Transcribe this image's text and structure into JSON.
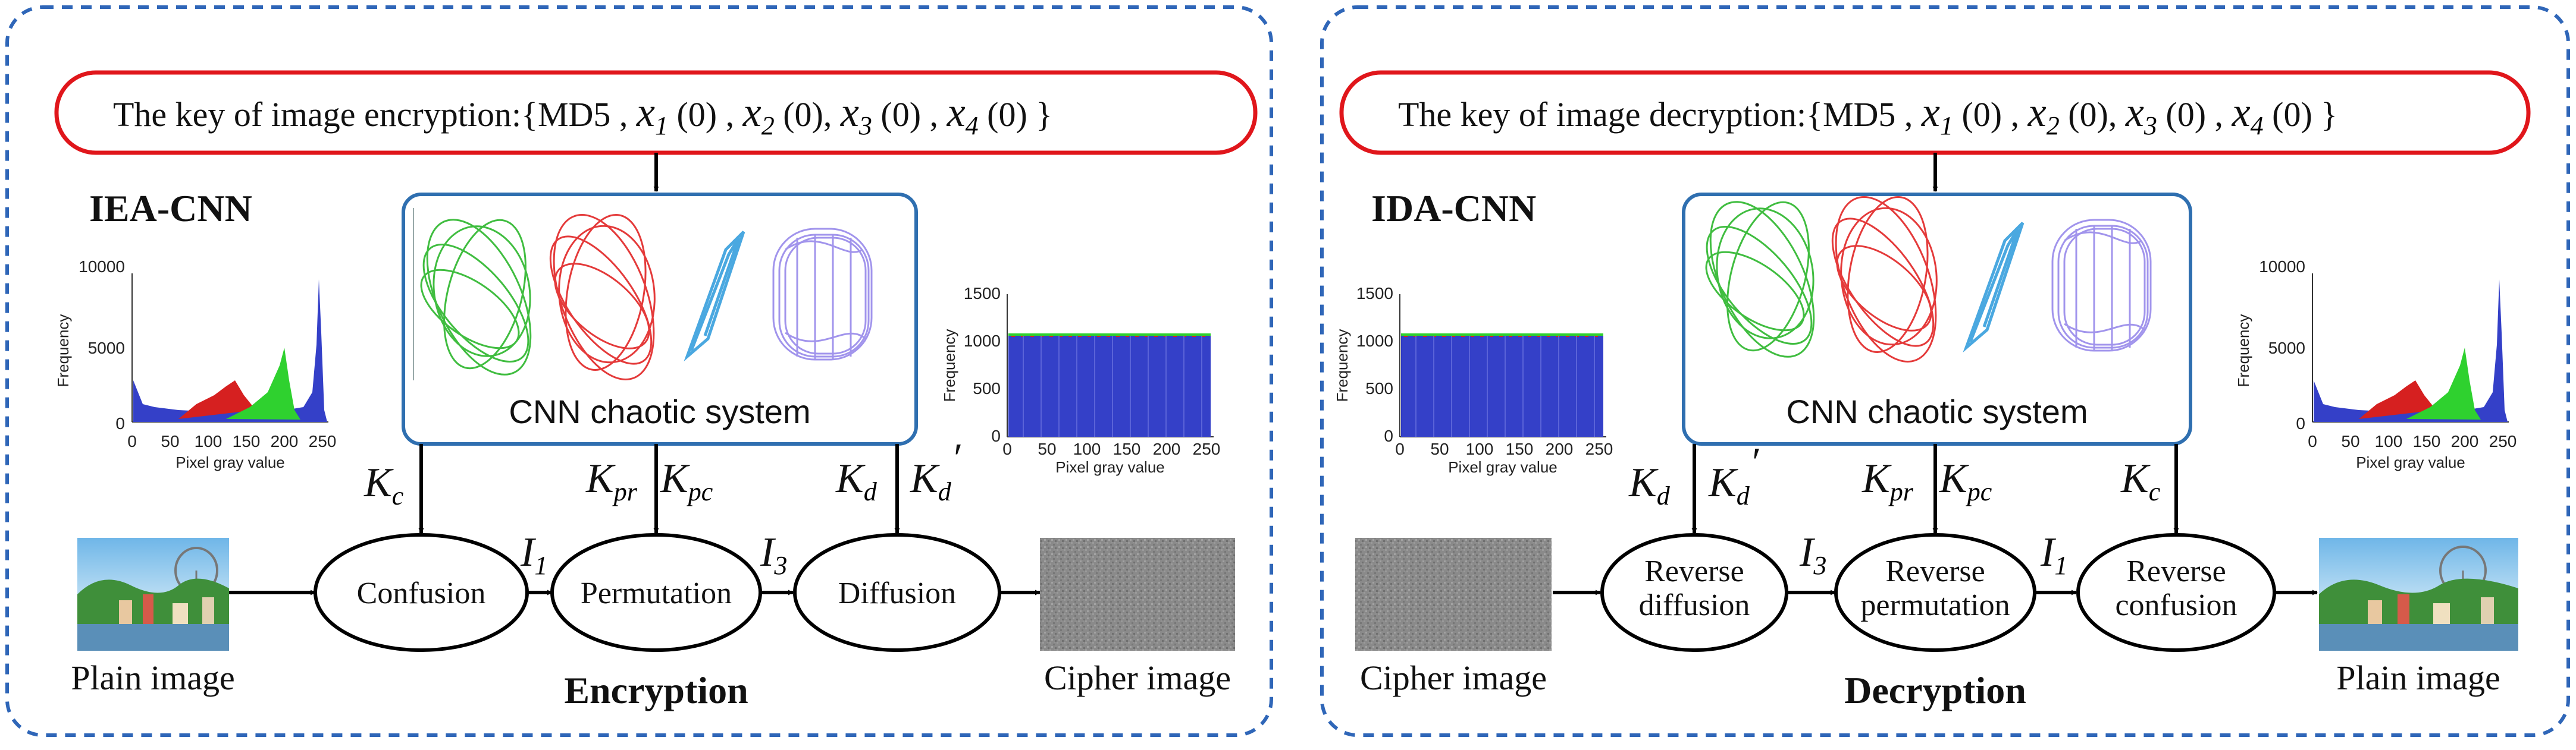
{
  "colors": {
    "panel_border": "#2f66b8",
    "key_border": "#e0161b",
    "cnn_border": "#2f6fb0",
    "hist_blue": "#3440c8",
    "hist_green": "#2fd12f",
    "hist_red": "#d62020",
    "chaos_green": "#1fb21f",
    "chaos_red": "#e01818",
    "chaos_cyan": "#4aa8e0",
    "chaos_purple": "#8a7ae8"
  },
  "encryption": {
    "key_prefix": "The key of image encryption:",
    "key_params": [
      "MD5",
      "x1(0)",
      "x2(0)",
      "x3(0)",
      "x4(0)"
    ],
    "model_name": "IEA-CNN",
    "cnn_label": "CNN chaotic system",
    "nodes": [
      "Confusion",
      "Permutation",
      "Diffusion"
    ],
    "keys": [
      "Kc",
      "Kpr",
      "Kpc",
      "Kd",
      "Kd'"
    ],
    "intermediates": [
      "I1",
      "I3"
    ],
    "input_label": "Plain image",
    "output_label": "Cipher image",
    "process_title": "Encryption"
  },
  "decryption": {
    "key_prefix": "The key of image decryption:",
    "key_params": [
      "MD5",
      "x1(0)",
      "x2(0)",
      "x3(0)",
      "x4(0)"
    ],
    "model_name": "IDA-CNN",
    "cnn_label": "CNN chaotic system",
    "nodes": [
      [
        "Reverse",
        "diffusion"
      ],
      [
        "Reverse",
        "permutation"
      ],
      [
        "Reverse",
        "confusion"
      ]
    ],
    "keys": [
      "Kd",
      "Kd'",
      "Kpr",
      "Kpc",
      "Kc"
    ],
    "intermediates": [
      "I3",
      "I1"
    ],
    "input_label": "Cipher image",
    "output_label": "Plain image",
    "process_title": "Decryption"
  },
  "histograms": {
    "plain": {
      "ylabel": "Frequency",
      "xlabel": "Pixel gray value",
      "yticks": [
        "10000",
        "5000",
        "0"
      ],
      "xticks": [
        "0",
        "50",
        "100",
        "150",
        "200",
        "250"
      ]
    },
    "cipher": {
      "ylabel": "Frequency",
      "xlabel": "Pixel gray value",
      "yticks": [
        "1500",
        "1000",
        "500",
        "0"
      ],
      "xticks": [
        "0",
        "50",
        "100",
        "150",
        "200",
        "250"
      ]
    }
  }
}
